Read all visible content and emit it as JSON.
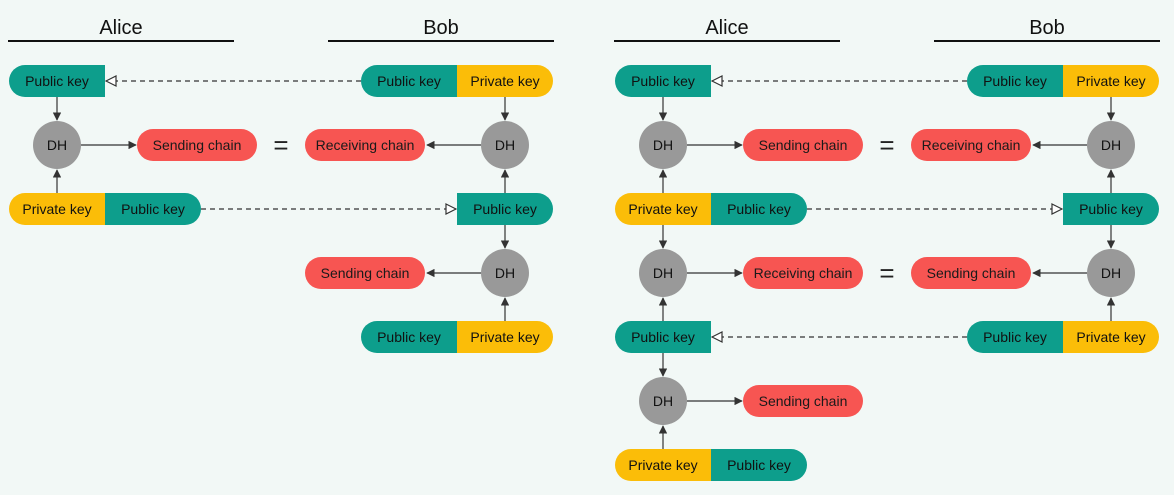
{
  "labels": {
    "alice": "Alice",
    "bob": "Bob",
    "public_key": "Public key",
    "private_key": "Private key",
    "dh": "DH",
    "sending_chain": "Sending chain",
    "receiving_chain": "Receiving chain",
    "equals": "="
  },
  "colors": {
    "public_key": "#0d9e8c",
    "private_key": "#fbbd08",
    "chain": "#f75552",
    "dh": "#999999",
    "background": "#f2f8f6"
  }
}
